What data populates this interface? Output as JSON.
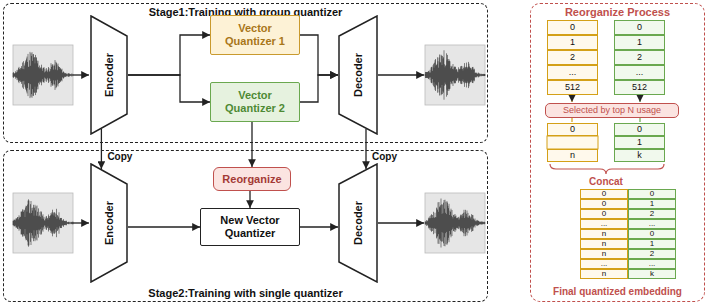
{
  "diagram": {
    "nodes": [
      {
        "text": [
          "Stage1:Training with group quantizer"
        ]
      },
      {
        "text": [
          "Encoder"
        ],
        "in": 0
      },
      {
        "text": [
          "Vector Quantizer 1"
        ],
        "in": 0
      },
      {
        "text": [
          "Vector Quantizer 2"
        ],
        "in": 0
      },
      {
        "text": [
          "Decoder"
        ],
        "in": 0
      },
      {
        "text": [
          "Stage2:Training with single quantizer"
        ]
      },
      {
        "text": [
          "Encoder"
        ],
        "in": 5
      },
      {
        "text": [
          "Reorganize"
        ],
        "in": 5
      },
      {
        "text": [
          "New Vector Quantizer"
        ],
        "in": 5
      },
      {
        "text": [
          "Decoder"
        ],
        "in": 5
      },
      {
        "text": [
          "Reorganize Process"
        ]
      },
      {
        "text": [
          "Selected by top N usage"
        ],
        "in": 10
      }
    ],
    "edges": [
      {
        "from": 1,
        "to": 2,
        "arrow": "to"
      },
      {
        "from": 1,
        "to": 3,
        "arrow": "to"
      },
      {
        "from": 2,
        "to": 4,
        "arrow": "to"
      },
      {
        "from": 3,
        "to": 4,
        "arrow": "to"
      },
      {
        "from": 1,
        "to": 6,
        "label": "Copy",
        "arrow": "to"
      },
      {
        "from": 3,
        "to": 7,
        "arrow": "to"
      },
      {
        "from": 7,
        "to": 8,
        "arrow": "to"
      },
      {
        "from": 4,
        "to": 9,
        "label": "Copy",
        "arrow": "to"
      },
      {
        "from": 6,
        "to": 8,
        "arrow": "to"
      },
      {
        "from": 8,
        "to": 9,
        "arrow": "to"
      }
    ],
    "labels": [
      "0",
      "1",
      "2",
      "...",
      "512",
      "0",
      "1",
      "2",
      "...",
      "512",
      "0",
      "n",
      "0",
      "1",
      "k",
      "Concat",
      "0",
      "0",
      "0",
      "1",
      "0",
      "2",
      "...",
      "...",
      "n",
      "0",
      "n",
      "1",
      "n",
      "2",
      "...",
      "...",
      "n",
      "k",
      "Final quantized embedding"
    ]
  }
}
